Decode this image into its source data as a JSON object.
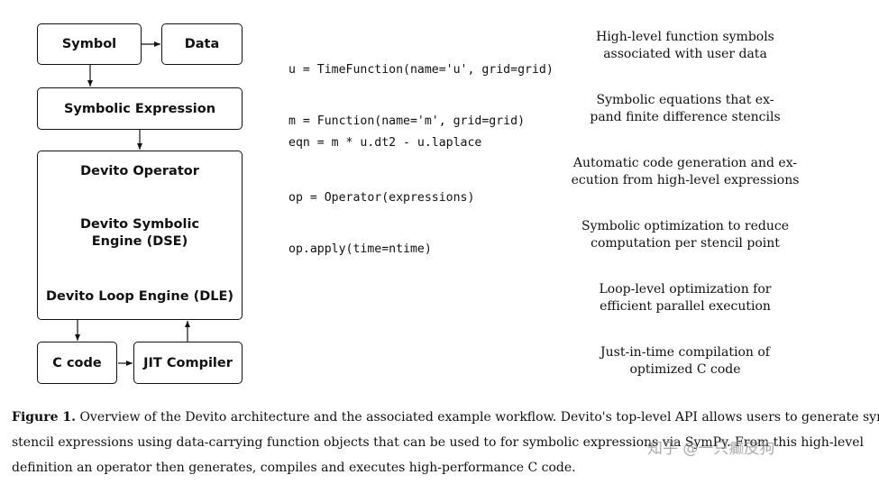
{
  "diagram": {
    "nodes": {
      "symbol": "Symbol",
      "data": "Data",
      "symbolic_expression": "Symbolic Expression",
      "devito_operator": "Devito Operator",
      "dse": [
        "Devito Symbolic",
        "Engine (DSE)"
      ],
      "dle": "Devito Loop Engine (DLE)",
      "c_code": "C code",
      "jit_compiler": "JIT Compiler"
    },
    "code": {
      "functions": [
        "u = TimeFunction(name='u', grid=grid)",
        "m = Function(name='m', grid=grid)"
      ],
      "equation": [
        "eqn = m * u.dt2 - u.laplace"
      ],
      "operator": [
        "op = Operator(expressions)",
        "op.apply(time=ntime)"
      ]
    },
    "descriptions": {
      "functions": [
        "High-level function symbols",
        "associated with user data"
      ],
      "equation": [
        "Symbolic equations that ex-",
        "pand finite difference stencils"
      ],
      "operator": [
        "Automatic code generation and ex-",
        "ecution from high-level expressions"
      ],
      "dse": [
        "Symbolic optimization to reduce",
        "computation per stencil point"
      ],
      "dle": [
        "Loop-level optimization for",
        "efficient parallel execution"
      ],
      "jit": [
        "Just-in-time compilation of",
        "optimized C code"
      ]
    }
  },
  "caption": {
    "label": "Figure 1.",
    "line1": "Overview of the Devito architecture and the associated example workflow. Devito's top-level API allows users to generate symbolic",
    "line2": "stencil expressions using data-carrying function objects that can be used to for symbolic expressions via SymPy. From this high-level",
    "line3": "definition an operator then generates, compiles and executes high-performance C code."
  },
  "watermark": "知乎 @一只癫皮狗"
}
